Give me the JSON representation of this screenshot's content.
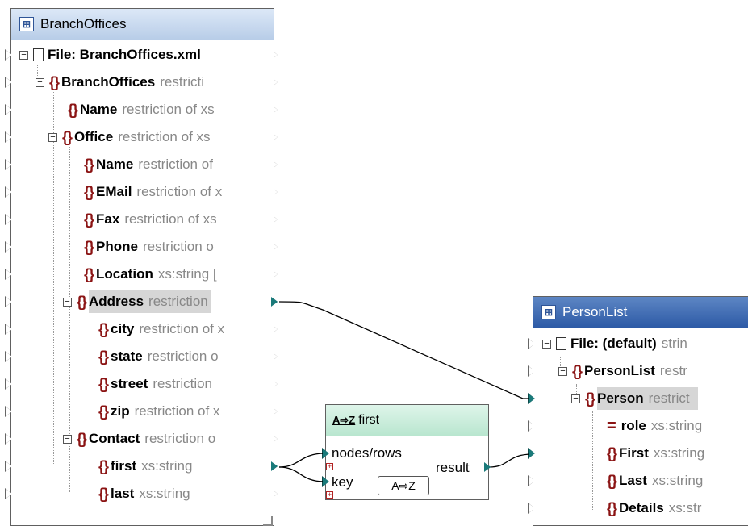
{
  "left_component": {
    "title": "BranchOffices",
    "rows": [
      {
        "name": "File: BranchOffices.xml",
        "desc": ""
      },
      {
        "name": "BranchOffices",
        "desc": "restricti"
      },
      {
        "name": "Name",
        "desc": "restriction of xs"
      },
      {
        "name": "Office",
        "desc": "restriction of xs"
      },
      {
        "name": "Name",
        "desc": "restriction of"
      },
      {
        "name": "EMail",
        "desc": "restriction of x"
      },
      {
        "name": "Fax",
        "desc": "restriction of xs"
      },
      {
        "name": "Phone",
        "desc": "restriction o"
      },
      {
        "name": "Location",
        "desc": "xs:string ["
      },
      {
        "name": "Address",
        "desc": "restriction"
      },
      {
        "name": "city",
        "desc": "restriction of x"
      },
      {
        "name": "state",
        "desc": "restriction o"
      },
      {
        "name": "street",
        "desc": "restriction"
      },
      {
        "name": "zip",
        "desc": "restriction of x"
      },
      {
        "name": "Contact",
        "desc": "restriction o"
      },
      {
        "name": "first",
        "desc": "xs:string"
      },
      {
        "name": "last",
        "desc": "xs:string"
      }
    ]
  },
  "function": {
    "title": "first",
    "input1": "nodes/rows",
    "input2": "key",
    "output": "result",
    "sort_button": "A⇨Z"
  },
  "right_component": {
    "title": "PersonList",
    "rows": [
      {
        "name": "File: (default)",
        "desc": "strin"
      },
      {
        "name": "PersonList",
        "desc": "restr"
      },
      {
        "name": "Person",
        "desc": "restrict"
      },
      {
        "name": "role",
        "desc": "xs:string"
      },
      {
        "name": "First",
        "desc": "xs:string"
      },
      {
        "name": "Last",
        "desc": "xs:string"
      },
      {
        "name": "Details",
        "desc": "xs:str"
      }
    ]
  },
  "colors": {
    "connector": "#0d4a4a",
    "element_brace": "#8b1414",
    "highlight": "#d6d6d6"
  }
}
